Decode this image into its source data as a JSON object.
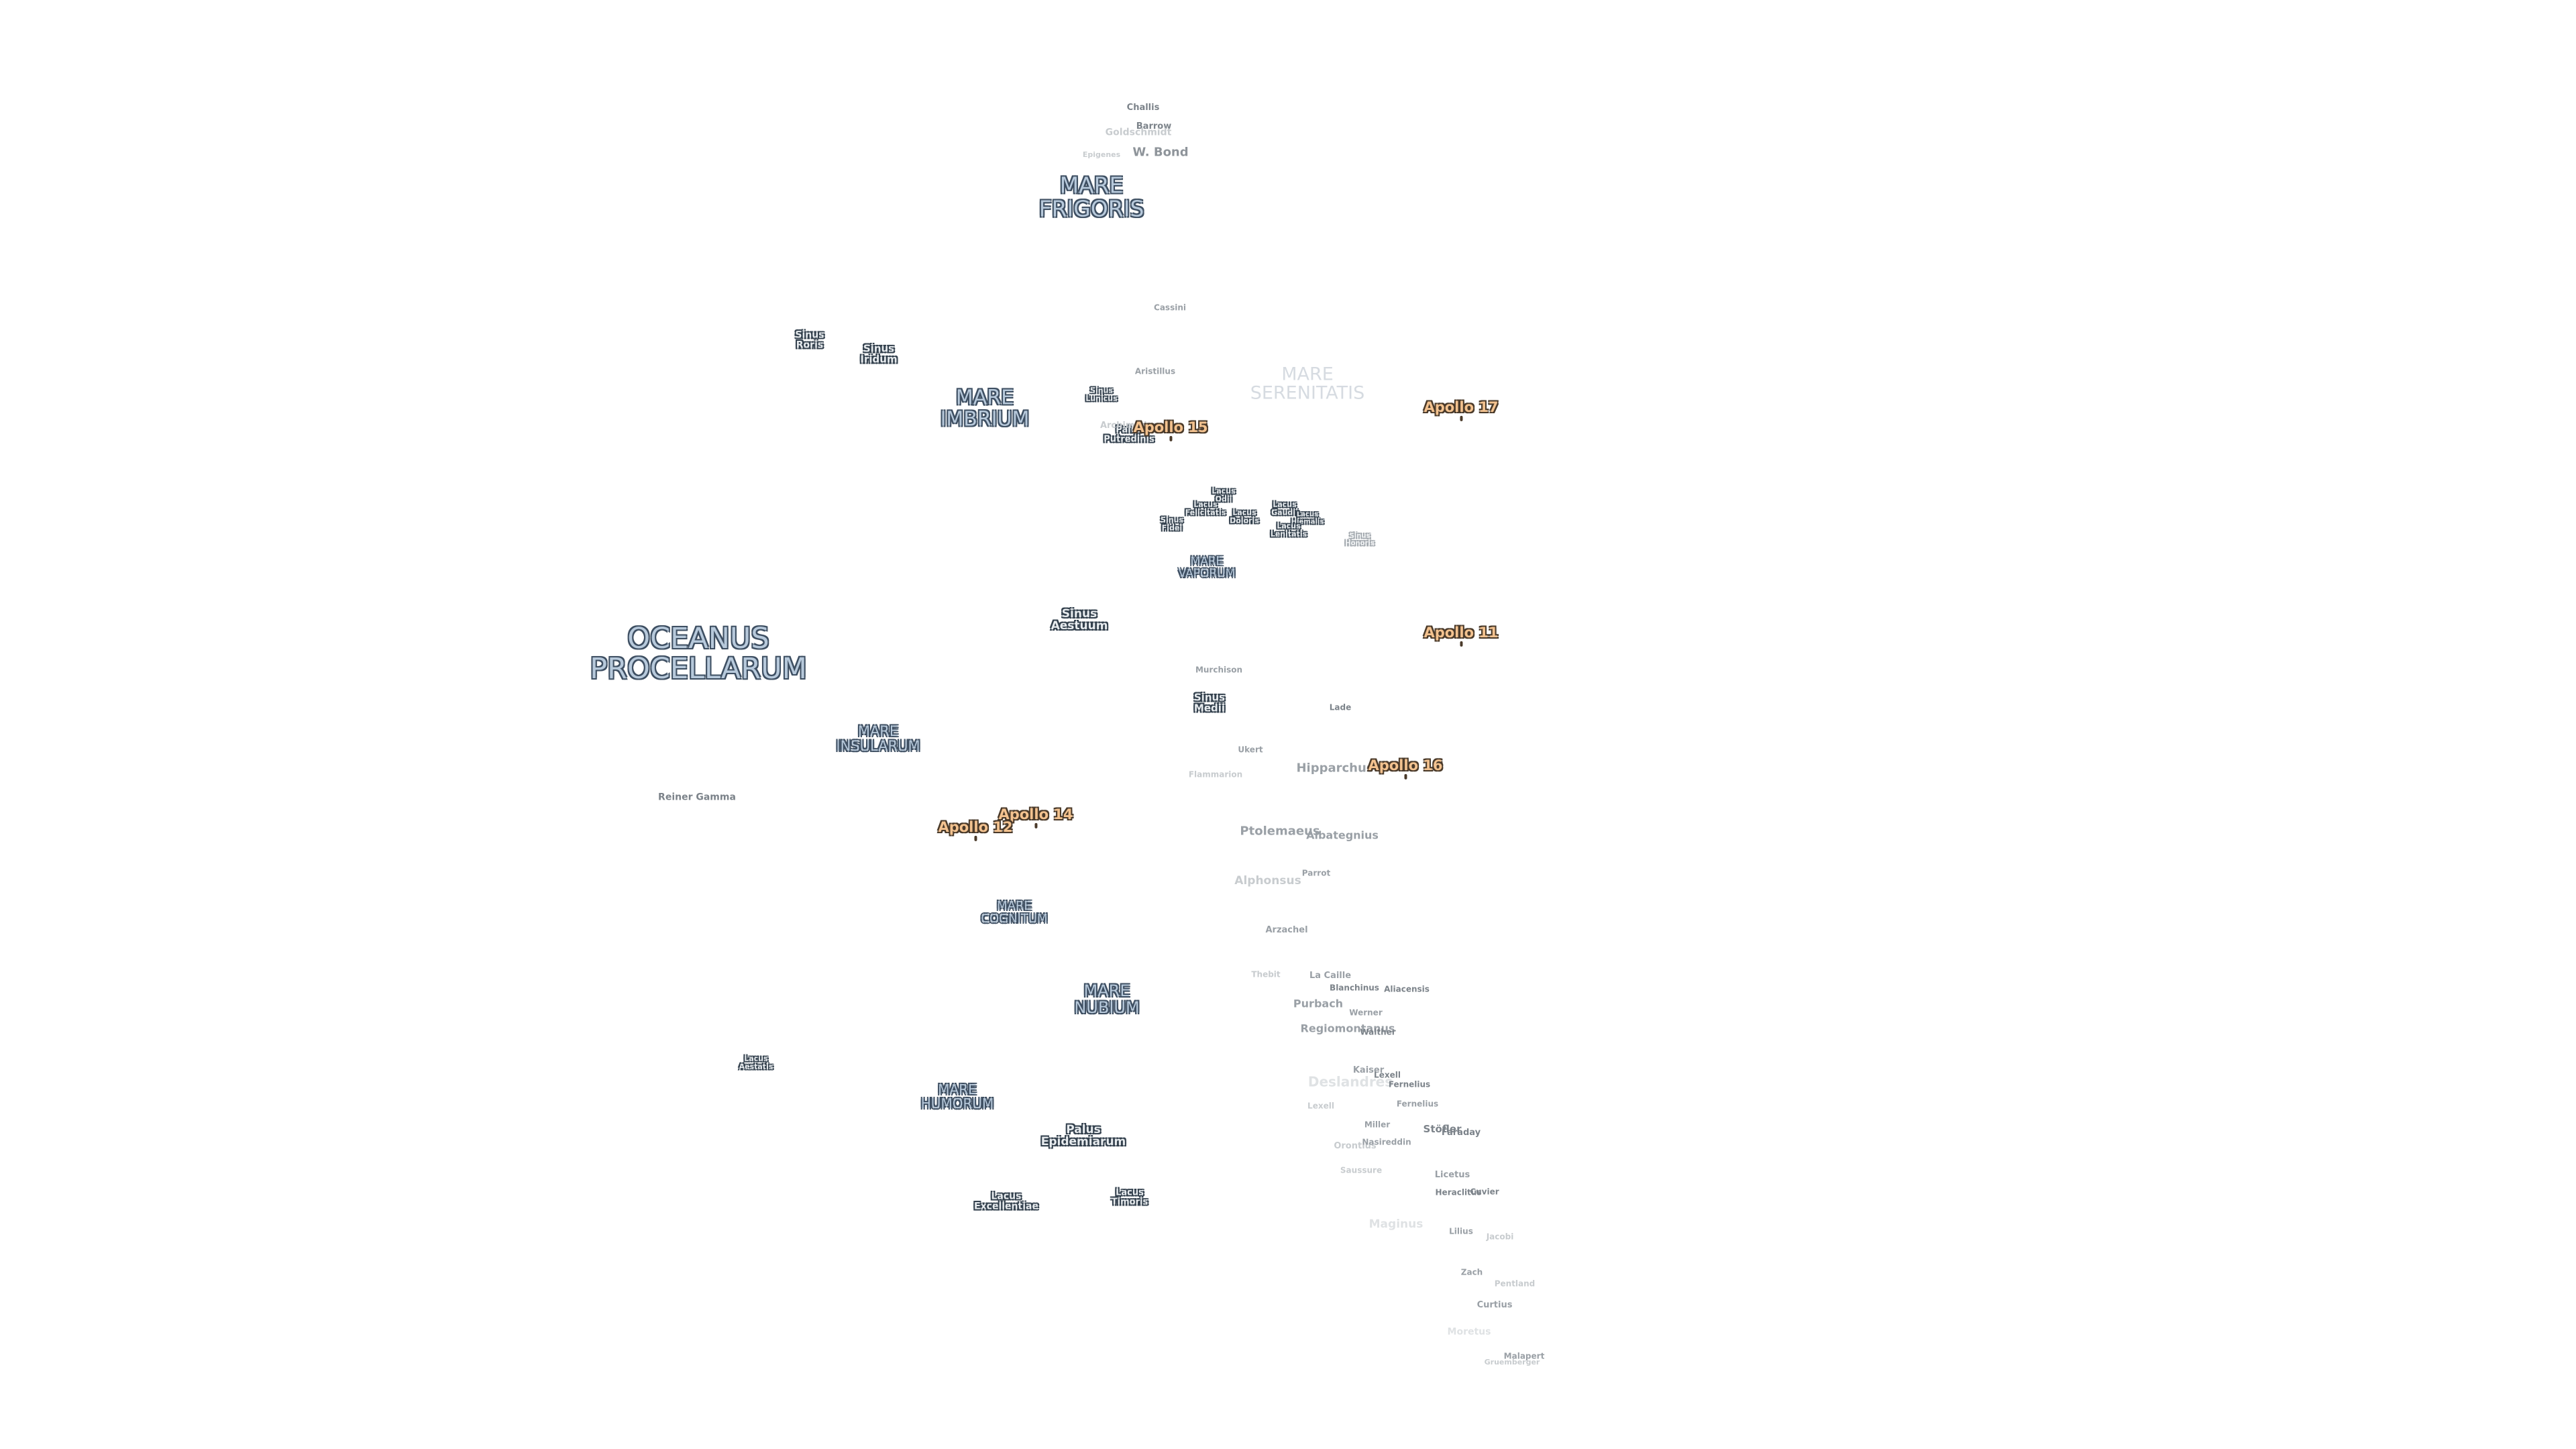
{
  "colors": {
    "background": "#ffffff",
    "mare_fill": "#b7c9db",
    "mare_outline": "#3e4f62",
    "crater_text": "#9aa0a6",
    "apollo_fill": "#f3c28f",
    "apollo_outline": "#4a3a2a"
  },
  "maria": {
    "oceanus_procellarum": "OCEANUS\nPROCELLARUM",
    "mare_frigoris": "MARE\nFRIGORIS",
    "mare_imbrium": "MARE\nIMBRIUM",
    "mare_serenitatis": "MARE\nSERENITATIS",
    "mare_vaporum": "MARE\nVAPORUM",
    "mare_insularum": "MARE\nINSULARUM",
    "mare_cognitum": "MARE\nCOGNITUM",
    "mare_nubium": "MARE\nNUBIUM",
    "mare_humorum": "MARE\nHUMORUM"
  },
  "dark_features": {
    "sinus_roris": "Sinus\nRoris",
    "sinus_iridum": "Sinus\nIridum",
    "sinus_lunicus": "Sinus\nLunicus",
    "palus_putredinis": "Palus\nPutredinis",
    "lacus_odii": "Lacus\nOdii",
    "lacus_felicitatis": "Lacus\nFelicitatis",
    "lacus_doloris": "Lacus\nDoloris",
    "lacus_gaudii": "Lacus\nGaudii",
    "lacus_hiemalis": "Lacus\nHiemalis",
    "lacus_lenitatis": "Lacus\nLenitatis",
    "sinus_fidei": "Sinus\nFidei",
    "sinus_honoris": "Sinus\nHonoris",
    "sinus_aestuum": "Sinus\nAestuum",
    "sinus_medii": "Sinus\nMedii",
    "lacus_aestatis": "Lacus\nAestatis",
    "palus_epidemiarum": "Palus\nEpidemiarum",
    "lacus_excellentiae": "Lacus\nExcellentiae",
    "lacus_timoris": "Lacus\nTimoris"
  },
  "craters": {
    "challis": "Challis",
    "barrow": "Barrow",
    "goldschmidt": "Goldschmidt",
    "epigenes": "Epigenes",
    "w_bond": "W. Bond",
    "cassini": "Cassini",
    "aristillus": "Aristillus",
    "archimedes": "Archimedes",
    "murchison": "Murchison",
    "reiner_gamma": "Reiner Gamma",
    "ukert": "Ukert",
    "lade": "Lade",
    "flammarion": "Flammarion",
    "hipparchus": "Hipparchus",
    "ptolemaeus": "Ptolemaeus",
    "albategnius": "Albategnius",
    "parrot": "Parrot",
    "alphonsus": "Alphonsus",
    "arzachel": "Arzachel",
    "thebit": "Thebit",
    "la_caille": "La Caille",
    "blanchinus": "Blanchinus",
    "aliacensis": "Aliacensis",
    "purbach": "Purbach",
    "werner": "Werner",
    "regiomontanus": "Regiomontanus",
    "walther": "Walther",
    "kaiser": "Kaiser",
    "deslandres": "Deslandres",
    "lexell": "Lexell",
    "fernelius": "Fernelius",
    "miller": "Miller",
    "orontius": "Orontius",
    "nasireddin": "Nasireddin",
    "stofler": "Stöfler",
    "faraday": "Faraday",
    "saussure": "Saussure",
    "licetus": "Licetus",
    "heraclitus": "Heraclitus",
    "cuvier": "Cuvier",
    "maginus": "Maginus",
    "lilius": "Lilius",
    "jacobi": "Jacobi",
    "zach": "Zach",
    "pentland": "Pentland",
    "curtius": "Curtius",
    "moretus": "Moretus",
    "malapert": "Malapert",
    "gruemberger": "Gruemberger"
  },
  "apollo_sites": {
    "apollo_11": "Apollo 11",
    "apollo_12": "Apollo 12",
    "apollo_14": "Apollo 14",
    "apollo_15": "Apollo 15",
    "apollo_16": "Apollo 16",
    "apollo_17": "Apollo 17"
  }
}
